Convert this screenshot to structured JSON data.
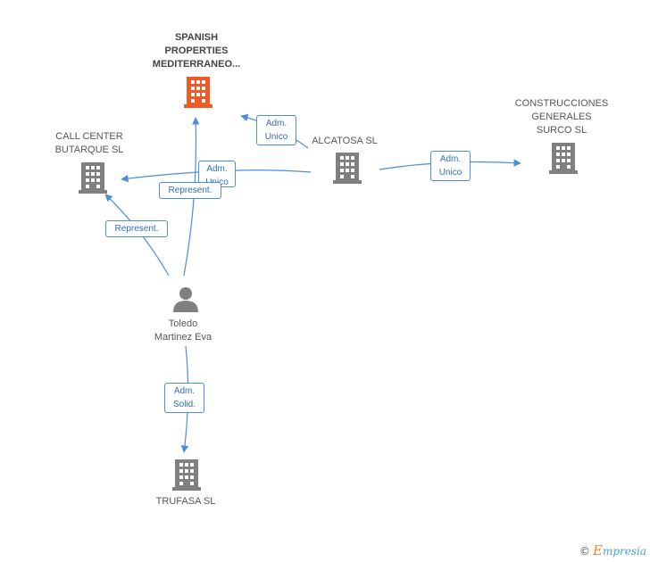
{
  "nodes": {
    "spanish": {
      "label": "SPANISH\nPROPERTIES\nMEDITERRANEO...",
      "type": "company",
      "highlight": true
    },
    "alcatosa": {
      "label": "ALCATOSA  SL",
      "type": "company"
    },
    "construcciones": {
      "label": "CONSTRUCCIONES\nGENERALES\nSURCO SL",
      "type": "company"
    },
    "callcenter": {
      "label": "CALL CENTER\nBUTARQUE SL",
      "type": "company"
    },
    "toledo": {
      "label": "Toledo\nMartinez Eva",
      "type": "person"
    },
    "trufasa": {
      "label": "TRUFASA SL",
      "type": "company"
    }
  },
  "edges": {
    "alcatosa_to_spanish": "Adm.\nUnico",
    "alcatosa_to_callcenter": "Adm.\nUnico",
    "alcatosa_to_construcciones": "Adm.\nUnico",
    "toledo_to_spanish": "Represent.",
    "toledo_to_callcenter": "Represent.",
    "toledo_to_trufasa": "Adm.\nSolid."
  },
  "colors": {
    "edge": "#4a90d9",
    "company_icon": "#808080",
    "highlight_icon": "#f05a28",
    "person_icon": "#808080"
  },
  "footer": {
    "copyright": "©",
    "brand_initial": "E",
    "brand_rest": "mpresia"
  }
}
